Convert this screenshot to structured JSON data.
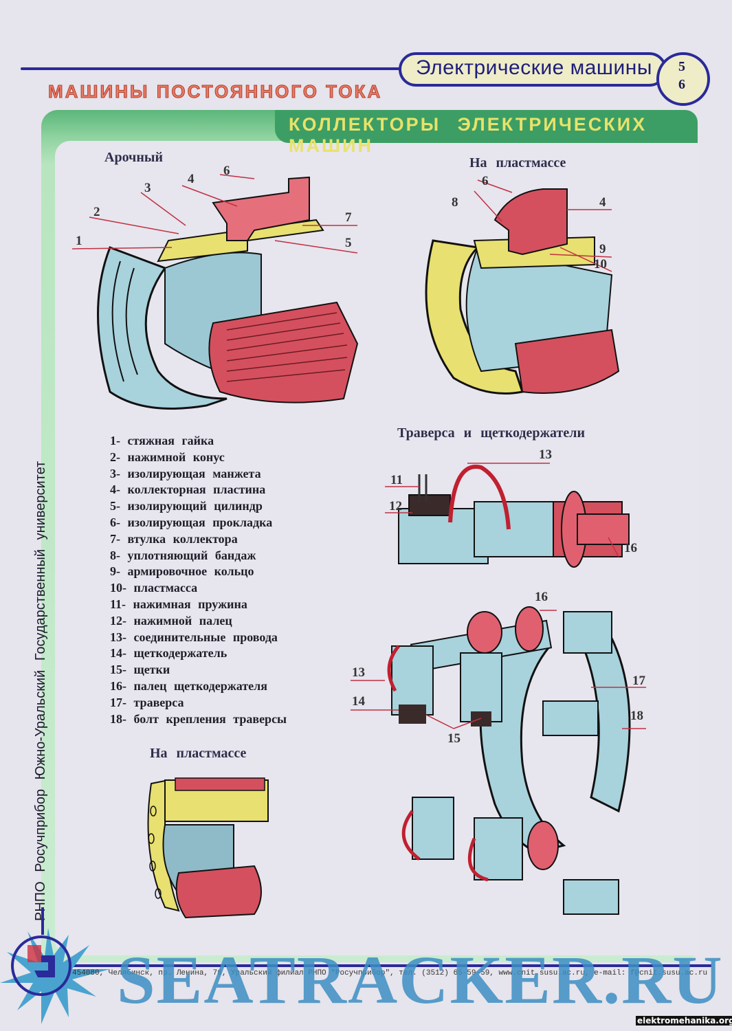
{
  "header": {
    "subject_title": "Электрические машины",
    "page_numbers": [
      "5",
      "6"
    ],
    "section_title": "МАШИНЫ  ПОСТОЯННОГО  ТОКА",
    "topic_banner": "КОЛЛЕКТОРЫ  ЭЛЕКТРИЧЕСКИХ  МАШИН"
  },
  "diagrams": {
    "arched": {
      "title": "Арочный",
      "callouts": [
        "1",
        "2",
        "3",
        "4",
        "5",
        "6",
        "7"
      ]
    },
    "plastic_top": {
      "title": "На  пластмассе",
      "callouts": [
        "6",
        "8",
        "4",
        "9",
        "10"
      ]
    },
    "traverse": {
      "title": "Траверса  и  щеткодержатели",
      "callouts_upper": [
        "11",
        "12",
        "13",
        "16"
      ],
      "callouts_lower": [
        "16",
        "13",
        "14",
        "15",
        "17",
        "18"
      ]
    },
    "plastic_bottom": {
      "title": "На  пластмассе"
    }
  },
  "legend": [
    "1- стяжная  гайка",
    "2- нажимной  конус",
    "3- изолирующая  манжета",
    "4- коллекторная  пластина",
    "5- изолирующий  цилиндр",
    "6- изолирующая  прокладка",
    "7- втулка  коллектора",
    "8- уплотняющий  бандаж",
    "9- армировочное  кольцо",
    "10- пластмасса",
    "11- нажимная  пружина",
    "12- нажимной  палец",
    "13- соединительные  провода",
    "14- щеткодержатель",
    "15- щетки",
    "16- палец  щеткодержателя",
    "17- траверса",
    "18- болт  крепления  траверсы"
  ],
  "side_text": "РНПО Росучприбор    Южно-Уральский Государственный университет",
  "footer": {
    "address": "454080, Челябинск, пр. Ленина, 76, Уральский филиал РНПО \"Росучприбор\", тел. (3512) 65-59-59, www.cnit.susu.ac.ru,  e-mail: f@cnit.susu.ac.ru",
    "watermark": "SEATRACKER.RU",
    "site_credit": "elektromehanika.org"
  },
  "colors": {
    "navy": "#2a2a9a",
    "green_dark": "#3c9e64",
    "banner_text": "#e9e26a",
    "copper": "#d4505e",
    "insulation": "#e8e070",
    "steel": "#a8d2dc",
    "watermark": "#3d8fc4"
  }
}
